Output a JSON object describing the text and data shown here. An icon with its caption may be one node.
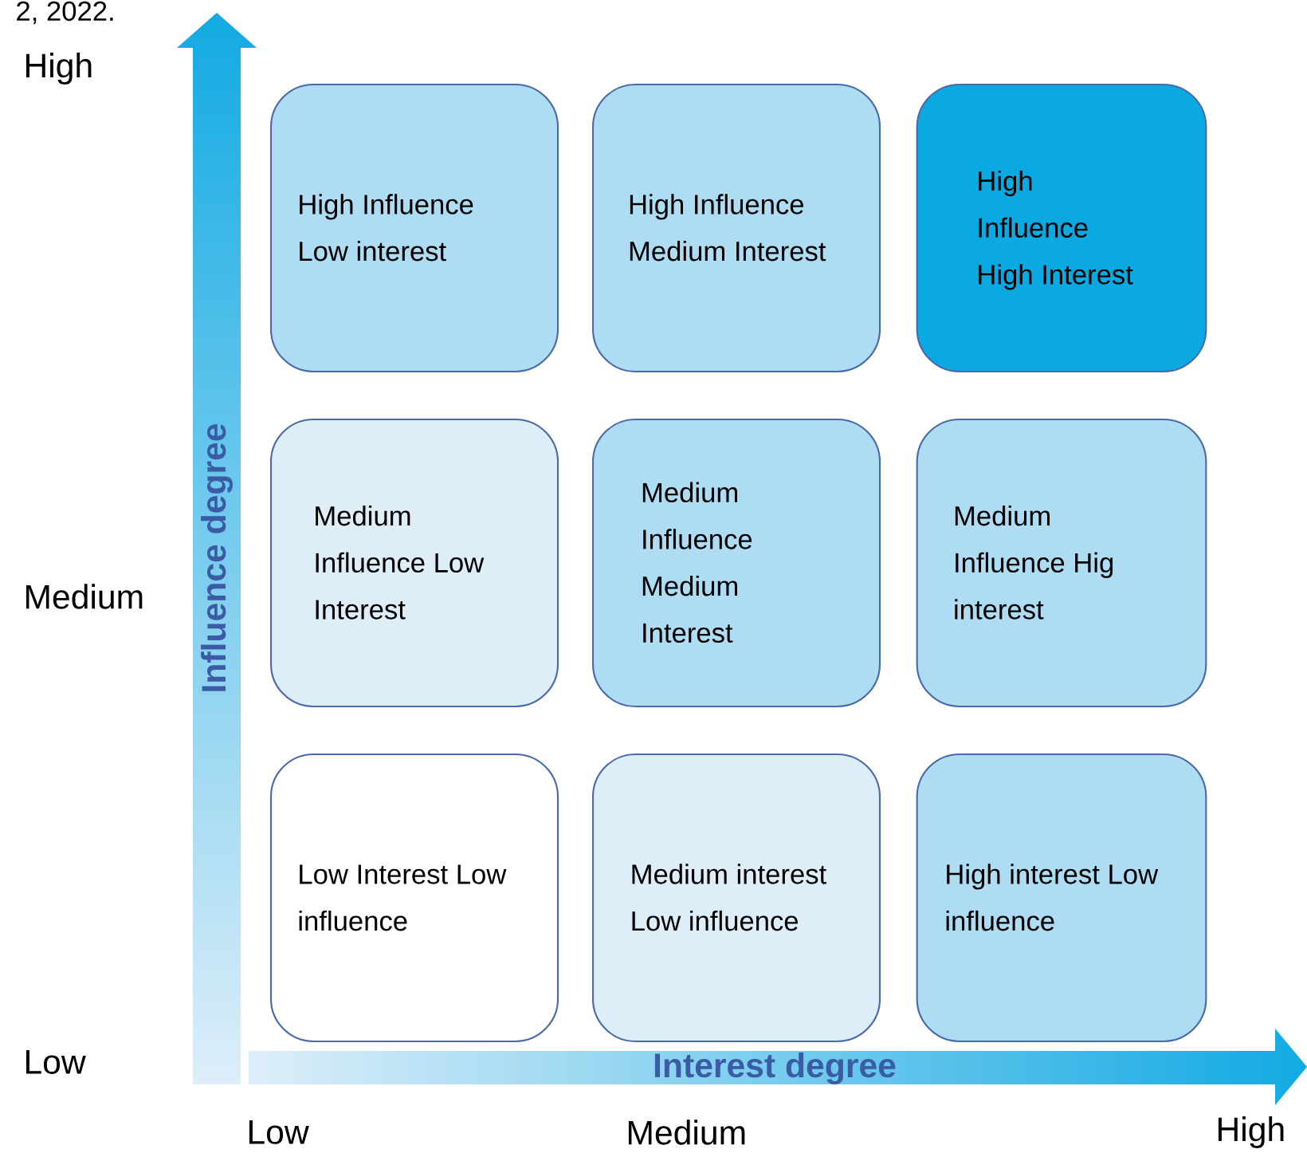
{
  "diagram": {
    "nodes": [
      {
        "text": [
          "High Influence Low interest"
        ]
      },
      {
        "text": [
          "High Influence Medium Interest"
        ]
      },
      {
        "text": [
          "High Influence High Interest"
        ]
      },
      {
        "text": [
          "Medium Influence Low Interest"
        ]
      },
      {
        "text": [
          "Medium Influence Medium Interest"
        ]
      },
      {
        "text": [
          "Medium Influence Hig interest"
        ]
      },
      {
        "text": [
          "Low Interest Low influence"
        ]
      },
      {
        "text": [
          "Medium interest Low influence"
        ]
      },
      {
        "text": [
          "High interest Low influence"
        ]
      }
    ],
    "labels": [
      "2, 2022.",
      "High",
      "Influence degree",
      "Medium",
      "Low",
      "Interest degree",
      "Low",
      "Medium",
      "High"
    ]
  }
}
